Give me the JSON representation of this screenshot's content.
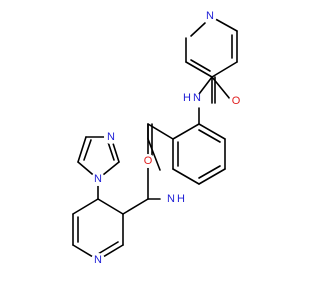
{
  "molecule": {
    "atoms": [
      {
        "id": "n_pyr1",
        "label": "N",
        "color": "#1f1fd6"
      },
      {
        "id": "nh_amide1",
        "label": "H",
        "color": "#1f1fd6"
      },
      {
        "id": "n_amide1",
        "label": "N",
        "color": "#1f1fd6"
      },
      {
        "id": "o_amide1",
        "label": "O",
        "color": "#e02020"
      },
      {
        "id": "o_amide2",
        "label": "O",
        "color": "#e02020"
      },
      {
        "id": "n_amide2",
        "label": "N",
        "color": "#1f1fd6"
      },
      {
        "id": "nh_amide2",
        "label": "H",
        "color": "#1f1fd6"
      },
      {
        "id": "n_imid1",
        "label": "N",
        "color": "#1f1fd6"
      },
      {
        "id": "n_imid2",
        "label": "N",
        "color": "#1f1fd6"
      },
      {
        "id": "n_pyr2",
        "label": "N",
        "color": "#1f1fd6"
      }
    ]
  }
}
